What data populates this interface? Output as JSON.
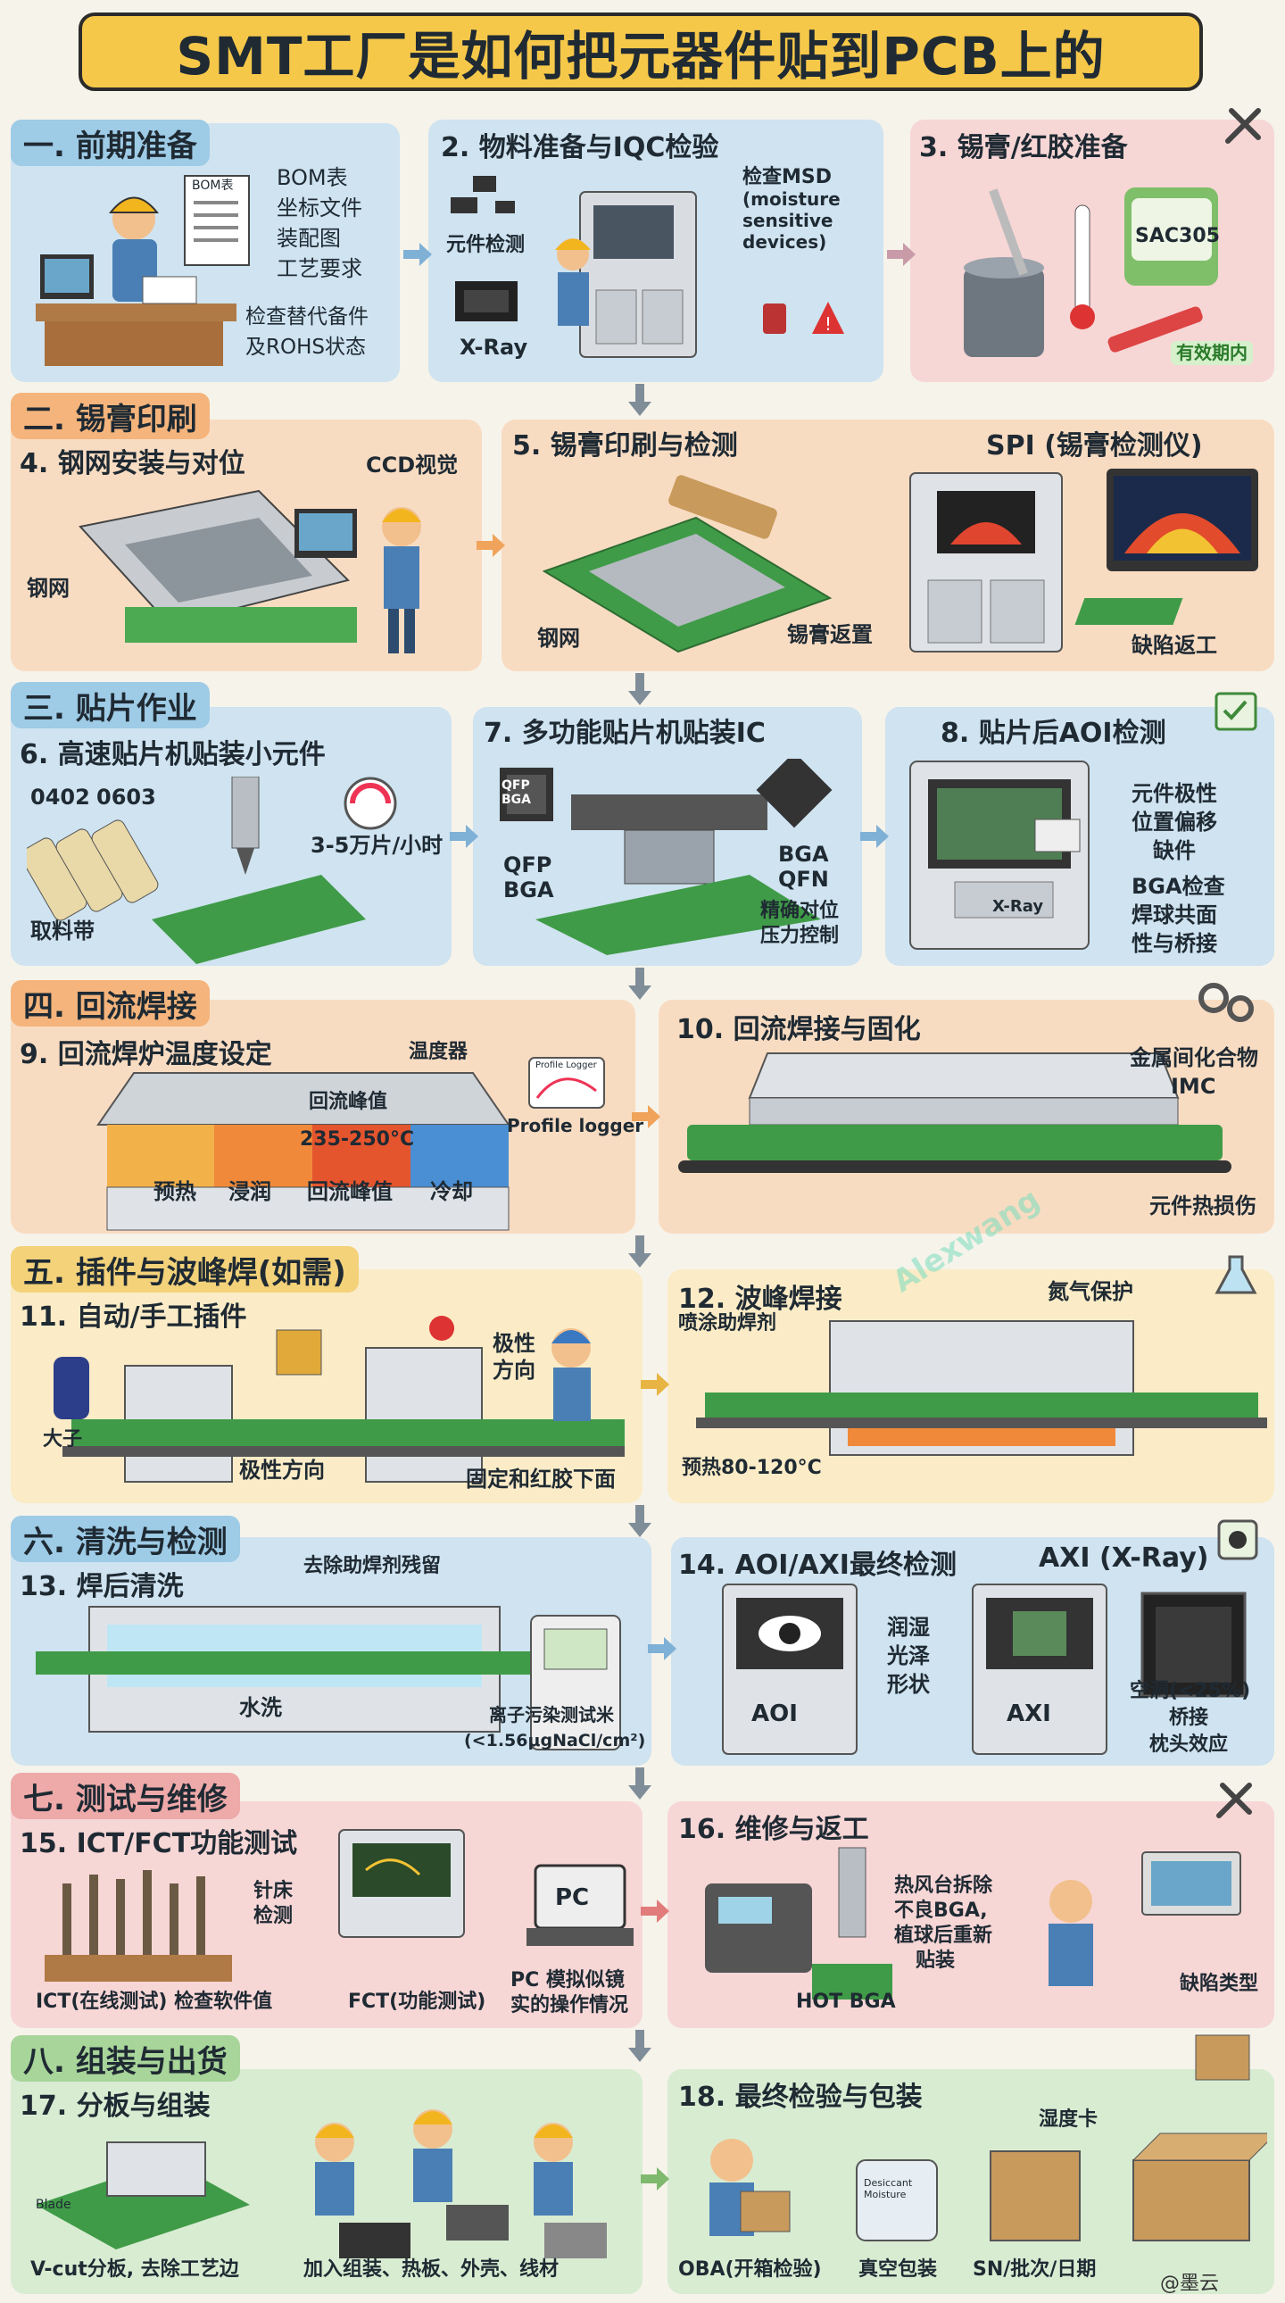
{
  "title": "SMT工厂是如何把元器件贴到PCB上的",
  "sections": {
    "s1": "一. 前期准备",
    "s2": "二. 锡膏印刷",
    "s3": "三. 贴片作业",
    "s4": "四. 回流焊接",
    "s5": "五. 插件与波峰焊(如需)",
    "s6": "六. 清洗与检测",
    "s7": "七. 测试与维修",
    "s8": "八. 组装与出货"
  },
  "p2": {
    "title": "2. 物料准备与IQC检验",
    "comp": "元件检测",
    "xray": "X-Ray",
    "msd1": "检查MSD",
    "msd2": "(moisture",
    "msd3": "sensitive",
    "msd4": "devices)"
  },
  "p1": {
    "doc": "BOM表",
    "l1": "BOM表",
    "l2": "坐标文件",
    "l3": "装配图",
    "l4": "工艺要求",
    "l5": "检查替代备件",
    "l6": "及ROHS状态"
  },
  "p3": {
    "title": "3. 锡膏/红胶准备",
    "jar": "SAC305",
    "valid": "有效期内"
  },
  "p4": {
    "title": "4. 钢网安装与对位",
    "ccd": "CCD视觉",
    "stencil": "钢网"
  },
  "p5": {
    "title": "5. 锡膏印刷与检测",
    "spi": "SPI (锡膏检测仪)",
    "stencil": "钢网",
    "rework": "锡膏返置",
    "defect": "缺陷返工"
  },
  "p6": {
    "title": "6. 高速贴片机贴装小元件",
    "s1": "0402",
    "s2": "0603",
    "speed": "3-5万片/小时",
    "tape": "取料带"
  },
  "p7": {
    "title": "7. 多功能贴片机贴装IC",
    "chip": "QFP BGA",
    "qfp": "QFP",
    "bga": "BGA",
    "bga2": "BGA",
    "qfn": "QFN",
    "prec1": "精确对位",
    "prec2": "压力控制"
  },
  "p8": {
    "title": "8. 贴片后AOI检测",
    "a1": "元件极性",
    "a2": "位置偏移",
    "a3": "缺件",
    "a4": "BGA检查",
    "a5": "焊球共面",
    "a6": "性与桥接",
    "xray": "X-Ray"
  },
  "p9": {
    "title": "9. 回流焊炉温度设定",
    "sensor": "温度器",
    "peak": "回流峰值",
    "temp": "235-250°C",
    "logger": "Profile logger",
    "z1": "预热",
    "z2": "浸润",
    "z3": "回流峰值",
    "z4": "冷却",
    "screen": "Profile Logger"
  },
  "p10": {
    "title": "10. 回流焊接与固化",
    "imc1": "金属间化合物",
    "imc2": "IMC",
    "dmg": "元件热损伤"
  },
  "p11": {
    "title": "11. 自动/手工插件",
    "big": "大子",
    "pol": "极性方向",
    "pol2a": "极性",
    "pol2b": "方向",
    "fix": "固定和红胶下面"
  },
  "p12": {
    "title": "12. 波峰焊接",
    "flux": "喷涂助焊剂",
    "n2": "氮气保护",
    "pre": "预热80-120°C"
  },
  "p13": {
    "title": "13. 焊后清洗",
    "flux": "去除助焊剂残留",
    "water": "水洗",
    "ion1": "离子污染测试米",
    "ion2": "(<1.56μgNaCl/cm²)"
  },
  "p14": {
    "title": "14. AOI/AXI最终检测",
    "axi": "AXI (X-Ray)",
    "w1": "润湿",
    "w2": "光泽",
    "w3": "形状",
    "aoi": "AOI",
    "axi2": "AXI",
    "v1": "空洞(<25%)",
    "v2": "桥接",
    "v3": "枕头效应"
  },
  "p15": {
    "title": "15. ICT/FCT功能测试",
    "needle1": "针床",
    "needle2": "检测",
    "pc": "PC",
    "ict": "ICT(在线测试) 检查软件值",
    "fct": "FCT(功能测试)",
    "sim1": "PC 模拟似镜",
    "sim2": "实的操作情况"
  },
  "p16": {
    "title": "16. 维修与返工",
    "h1": "热风台拆除",
    "h2": "不良BGA,",
    "h3": "植球后重新",
    "h4": "贴装",
    "hot": "HOT BGA",
    "dt": "缺陷类型"
  },
  "p17": {
    "title": "17. 分板与组装",
    "vcut": "V-cut分板, 去除工艺边",
    "asm": "加入组装、热板、外壳、线材",
    "mach": "Blade"
  },
  "p18": {
    "title": "18. 最终检验与包装",
    "hum": "湿度卡",
    "oba": "OBA(开箱检验)",
    "vac": "真空包装",
    "sn": "SN/批次/日期",
    "bag": "Desiccant Moisture"
  },
  "watermark": "Alexwang",
  "credit": "@墨云"
}
